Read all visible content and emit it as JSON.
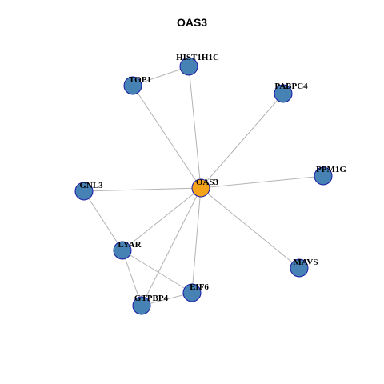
{
  "title": "OAS3",
  "colors": {
    "center_node": "#f5a31a",
    "neighbor_node": "#4682b4",
    "node_border": "#1a1aa6",
    "edge": "#b3b3b3"
  },
  "nodes": [
    {
      "id": "OAS3",
      "label": "OAS3",
      "center": true
    },
    {
      "id": "HIST1H1C",
      "label": "HIST1H1C",
      "center": false
    },
    {
      "id": "TOP1",
      "label": "TOP1",
      "center": false
    },
    {
      "id": "PABPC4",
      "label": "PABPC4",
      "center": false
    },
    {
      "id": "PPM1G",
      "label": "PPM1G",
      "center": false
    },
    {
      "id": "GNL3",
      "label": "GNL3",
      "center": false
    },
    {
      "id": "LYAR",
      "label": "LYAR",
      "center": false
    },
    {
      "id": "MAVS",
      "label": "MAVS",
      "center": false
    },
    {
      "id": "EIF6",
      "label": "EIF6",
      "center": false
    },
    {
      "id": "GTPBP4",
      "label": "GTPBP4",
      "center": false
    }
  ],
  "edges": [
    [
      "OAS3",
      "HIST1H1C"
    ],
    [
      "OAS3",
      "TOP1"
    ],
    [
      "OAS3",
      "PABPC4"
    ],
    [
      "OAS3",
      "PPM1G"
    ],
    [
      "OAS3",
      "GNL3"
    ],
    [
      "OAS3",
      "LYAR"
    ],
    [
      "OAS3",
      "MAVS"
    ],
    [
      "OAS3",
      "EIF6"
    ],
    [
      "OAS3",
      "GTPBP4"
    ],
    [
      "TOP1",
      "HIST1H1C"
    ],
    [
      "GNL3",
      "LYAR"
    ],
    [
      "LYAR",
      "EIF6"
    ],
    [
      "LYAR",
      "GTPBP4"
    ],
    [
      "GTPBP4",
      "EIF6"
    ]
  ]
}
